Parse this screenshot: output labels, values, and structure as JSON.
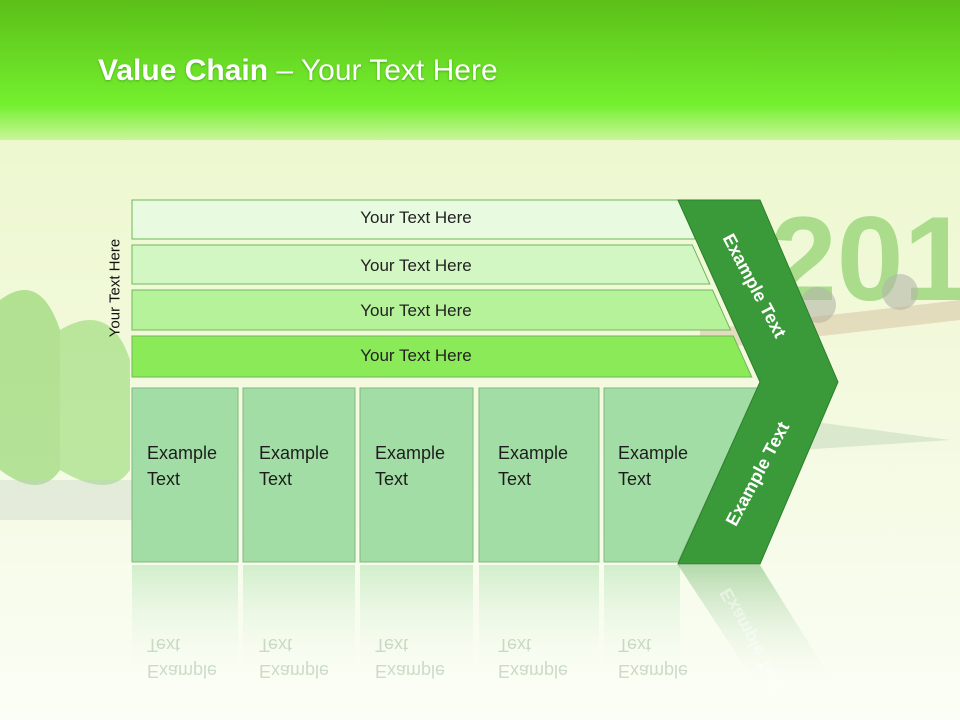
{
  "slide": {
    "title_bold": "Value Chain",
    "title_rest": " – Your Text Here",
    "vertical_label": "Your Text Here"
  },
  "bars": [
    {
      "label": "Your Text Here",
      "color": "#e8fbe0"
    },
    {
      "label": "Your Text Here",
      "color": "#d3f7c2"
    },
    {
      "label": "Your Text Here",
      "color": "#b6f29a"
    },
    {
      "label": "Your Text Here",
      "color": "#8bea58"
    }
  ],
  "boxes": [
    {
      "line1": "Example",
      "line2": "Text"
    },
    {
      "line1": "Example",
      "line2": "Text"
    },
    {
      "line1": "Example",
      "line2": "Text"
    },
    {
      "line1": "Example",
      "line2": "Text"
    },
    {
      "line1": "Example",
      "line2": "Text"
    }
  ],
  "arrow": {
    "upper_label": "Example Text",
    "lower_label": "Example Text",
    "color": "#3a9a3a"
  },
  "colors": {
    "header_green": "#5fd21f",
    "box_fill": "#a3dda6"
  }
}
